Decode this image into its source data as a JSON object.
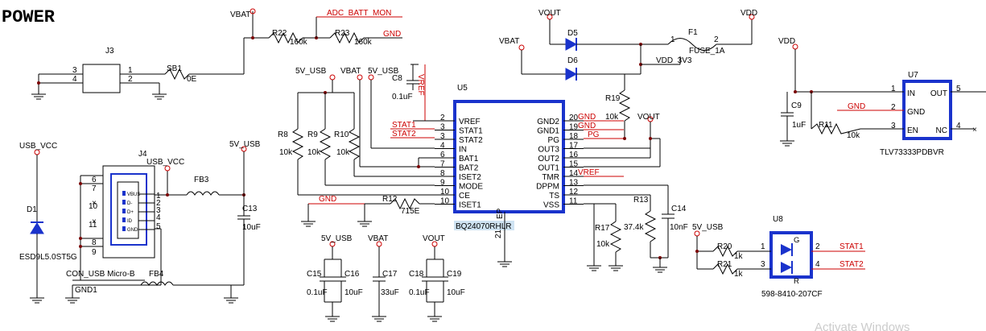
{
  "title": "POWER",
  "watermark": "Activate Windows",
  "nets": {
    "vbat": "VBAT",
    "vout": "VOUT",
    "vdd": "VDD",
    "vdd_3v3": "VDD_3V3",
    "usb_vcc": "USB_VCC",
    "v5_usb": "5V_USB",
    "gnd": "GND",
    "gnd1": "GND1",
    "adc_batt_mon": "ADC_BATT_MON",
    "stat1": "STAT1",
    "stat2": "STAT2",
    "vref": "VREF",
    "pg": "PG"
  },
  "components": {
    "j3": {
      "ref": "J3",
      "pin1": "1",
      "pin2": "2",
      "pin3": "3",
      "pin4": "4"
    },
    "sb1": {
      "ref": "SB1",
      "value": "0E"
    },
    "r22": {
      "ref": "R22",
      "value": "160k"
    },
    "r23": {
      "ref": "R23",
      "value": "160k"
    },
    "d5": {
      "ref": "D5"
    },
    "d6": {
      "ref": "D6"
    },
    "f1": {
      "ref": "F1",
      "value": "FUSE_1A",
      "pin1": "1",
      "pin2": "2"
    },
    "c8": {
      "ref": "C8",
      "value": "0.1uF"
    },
    "r8": {
      "ref": "R8",
      "value": "10k"
    },
    "r9": {
      "ref": "R9",
      "value": "10k"
    },
    "r10": {
      "ref": "R10",
      "value": "10k"
    },
    "r12": {
      "ref": "R12",
      "value": "715E"
    },
    "r13": {
      "ref": "R13",
      "value": "37.4k"
    },
    "r17": {
      "ref": "R17",
      "value": "10k"
    },
    "r19": {
      "ref": "R19",
      "value": "10k"
    },
    "r20": {
      "ref": "R20",
      "value": "1k"
    },
    "r21": {
      "ref": "R21",
      "value": "1k"
    },
    "r11": {
      "ref": "R11",
      "value": "10k"
    },
    "c9": {
      "ref": "C9",
      "value": "1uF"
    },
    "c13": {
      "ref": "C13",
      "value": "10uF"
    },
    "c14": {
      "ref": "C14",
      "value": "10nF"
    },
    "c15": {
      "ref": "C15",
      "value": "0.1uF"
    },
    "c16": {
      "ref": "C16",
      "value": "10uF"
    },
    "c17": {
      "ref": "C17",
      "value": "33uF"
    },
    "c18": {
      "ref": "C18",
      "value": "0.1uF"
    },
    "c19": {
      "ref": "C19",
      "value": "10uF"
    },
    "fb3": {
      "ref": "FB3"
    },
    "fb4": {
      "ref": "FB4"
    },
    "d1": {
      "ref": "D1",
      "value": "ESD9L5.0ST5G"
    },
    "j4": {
      "ref": "J4",
      "value": "CON_USB Micro-B",
      "pins": [
        "1",
        "2",
        "3",
        "4",
        "5",
        "6",
        "7",
        "8",
        "9",
        "10",
        "11"
      ],
      "inner": [
        "VBUS",
        "D-",
        "D+",
        "ID",
        "GND"
      ]
    },
    "u5": {
      "ref": "U5",
      "value": "BQ24070RHLR",
      "ep": "EP",
      "ep_num": "21",
      "left_pins": [
        {
          "num": "2",
          "name": "VREF"
        },
        {
          "num": "3",
          "name": "STAT1"
        },
        {
          "num": "3",
          "name": "STAT2"
        },
        {
          "num": "4",
          "name": "IN"
        },
        {
          "num": "6",
          "name": "BAT1"
        },
        {
          "num": "7",
          "name": "BAT2"
        },
        {
          "num": "8",
          "name": "ISET2"
        },
        {
          "num": "9",
          "name": "MODE"
        },
        {
          "num": "10",
          "name": "CE"
        },
        {
          "num": "10",
          "name": "ISET1"
        }
      ],
      "right_pins": [
        {
          "num": "20",
          "name": "GND2"
        },
        {
          "num": "19",
          "name": "GND1"
        },
        {
          "num": "18",
          "name": "PG"
        },
        {
          "num": "17",
          "name": "OUT3"
        },
        {
          "num": "16",
          "name": "OUT2"
        },
        {
          "num": "15",
          "name": "OUT1"
        },
        {
          "num": "14",
          "name": "TMR"
        },
        {
          "num": "13",
          "name": "DPPM"
        },
        {
          "num": "12",
          "name": "TS"
        },
        {
          "num": "11",
          "name": "VSS"
        }
      ]
    },
    "u7": {
      "ref": "U7",
      "value": "TLV73333PDBVR",
      "pins": [
        {
          "num": "1",
          "name": "IN"
        },
        {
          "num": "2",
          "name": "GND"
        },
        {
          "num": "3",
          "name": "EN"
        },
        {
          "num": "5",
          "name": "OUT"
        },
        {
          "num": "4",
          "name": "NC"
        }
      ]
    },
    "u8": {
      "ref": "U8",
      "value": "598-8410-207CF",
      "anode_g": "G",
      "anode_r": "R",
      "pins": [
        "1",
        "2",
        "3",
        "4"
      ]
    }
  }
}
